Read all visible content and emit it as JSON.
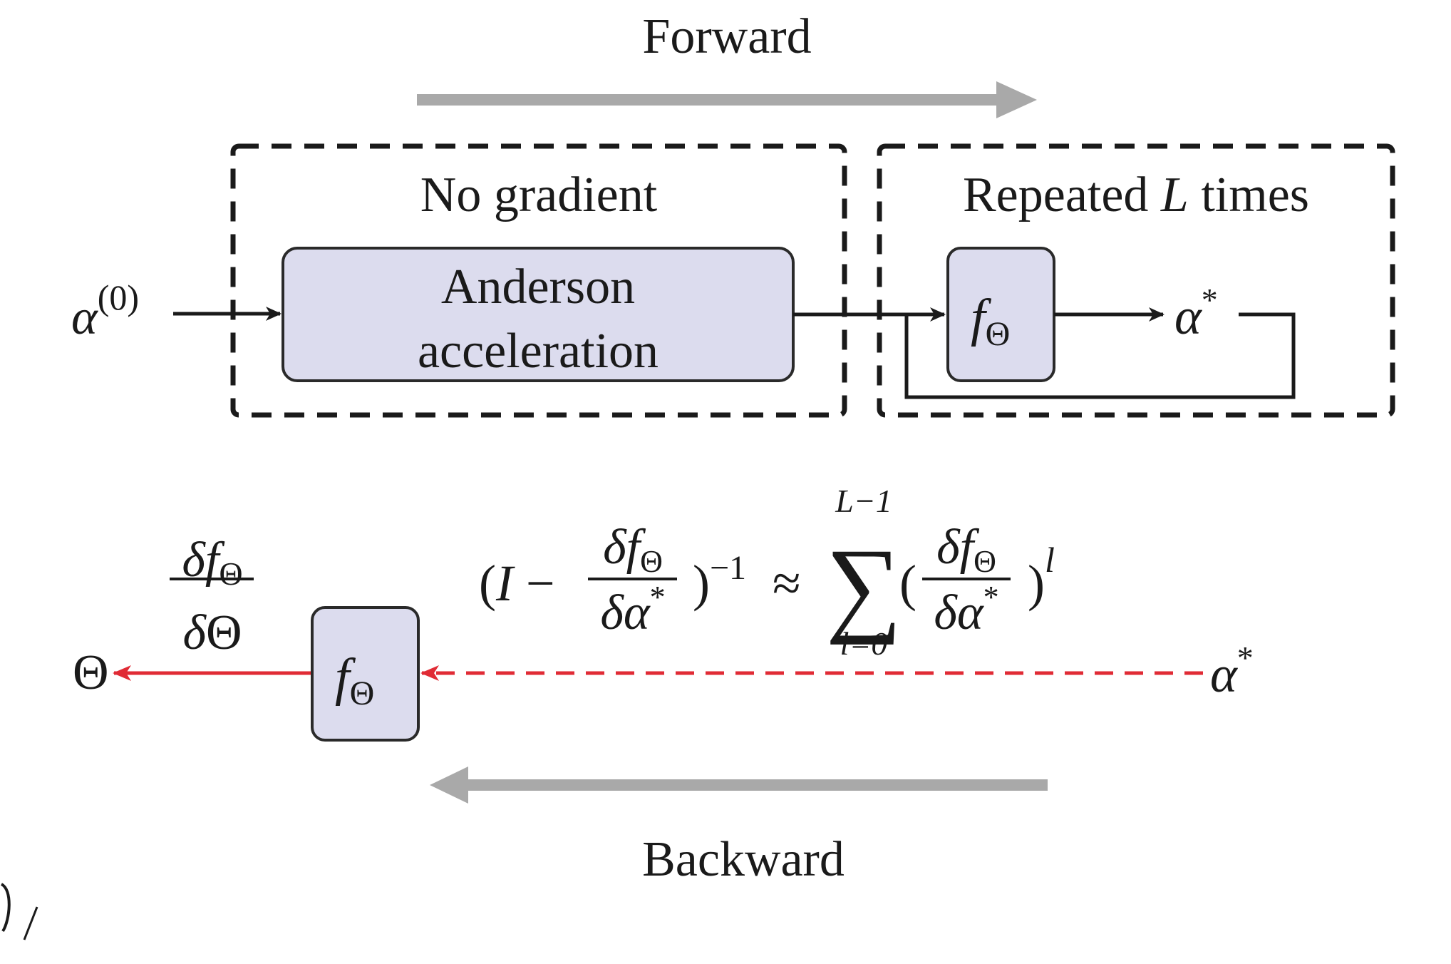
{
  "header": {
    "forward_label": "Forward"
  },
  "no_gradient_box": {
    "title": "No gradient",
    "block_line1": "Anderson",
    "block_line2": "acceleration"
  },
  "repeated_box": {
    "title_prefix": "Repeated ",
    "title_var": "L",
    "title_suffix": " times"
  },
  "symbols": {
    "alpha": "α",
    "alpha_init_sup": "(0)",
    "star": "*",
    "f": "f",
    "theta": "Θ",
    "delta": "δ"
  },
  "formula": {
    "open": "(",
    "identity": "I",
    "minus": " − ",
    "close_exp": ")",
    "inverse_exp": "−1",
    "approx": "≈",
    "sum_sign": "∑",
    "sum_upper": "L−1",
    "sum_lower": "l=0",
    "paren_open": "(",
    "paren_close": ")",
    "power": "l"
  },
  "footer": {
    "backward_label": "Backward"
  },
  "colors": {
    "block_fill": "#dcdcee",
    "block_stroke": "#2a2a2a",
    "gray_arrow": "#a9a9a9",
    "red": "#e02b35",
    "ink": "#1a1a1a"
  }
}
